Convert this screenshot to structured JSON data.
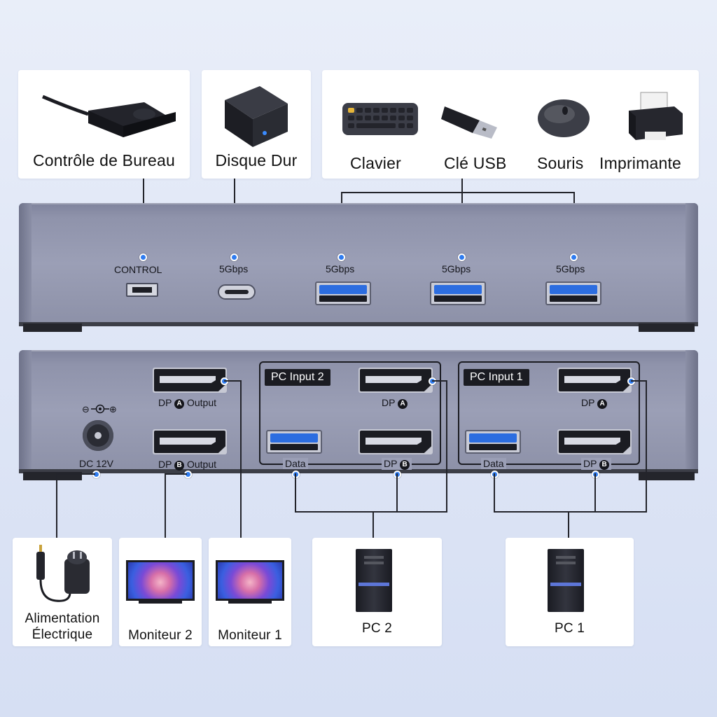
{
  "top_cards": {
    "desk_control": "Contrôle de Bureau",
    "hard_disk": "Disque Dur",
    "keyboard": "Clavier",
    "usb_key": "Clé USB",
    "mouse": "Souris",
    "printer": "Imprimante"
  },
  "front_panel": {
    "control": "CONTROL",
    "usb_c_speed": "5Gbps",
    "usb1_speed": "5Gbps",
    "usb2_speed": "5Gbps",
    "usb3_speed": "5Gbps"
  },
  "rear_panel": {
    "dc": "DC 12V",
    "dp_a_output_prefix": "DP",
    "dp_a_output_letter": "A",
    "dp_a_output_suffix": "Output",
    "dp_b_output_prefix": "DP",
    "dp_b_output_letter": "B",
    "dp_b_output_suffix": "Output",
    "pc_input_2": {
      "tag": "PC Input 2",
      "dp_a_prefix": "DP",
      "dp_a_letter": "A",
      "dp_b_prefix": "DP",
      "dp_b_letter": "B",
      "data": "Data"
    },
    "pc_input_1": {
      "tag": "PC Input 1",
      "dp_a_prefix": "DP",
      "dp_a_letter": "A",
      "dp_b_prefix": "DP",
      "dp_b_letter": "B",
      "data": "Data"
    }
  },
  "bottom_cards": {
    "power_line1": "Alimentation",
    "power_line2": "Électrique",
    "monitor_2": "Moniteur 2",
    "monitor_1": "Moniteur 1",
    "pc_2": "PC 2",
    "pc_1": "PC 1"
  },
  "colors": {
    "accent_dot": "#2f7cf0",
    "hub_body": "#9b9fb6",
    "background": "#dfe6f6"
  }
}
